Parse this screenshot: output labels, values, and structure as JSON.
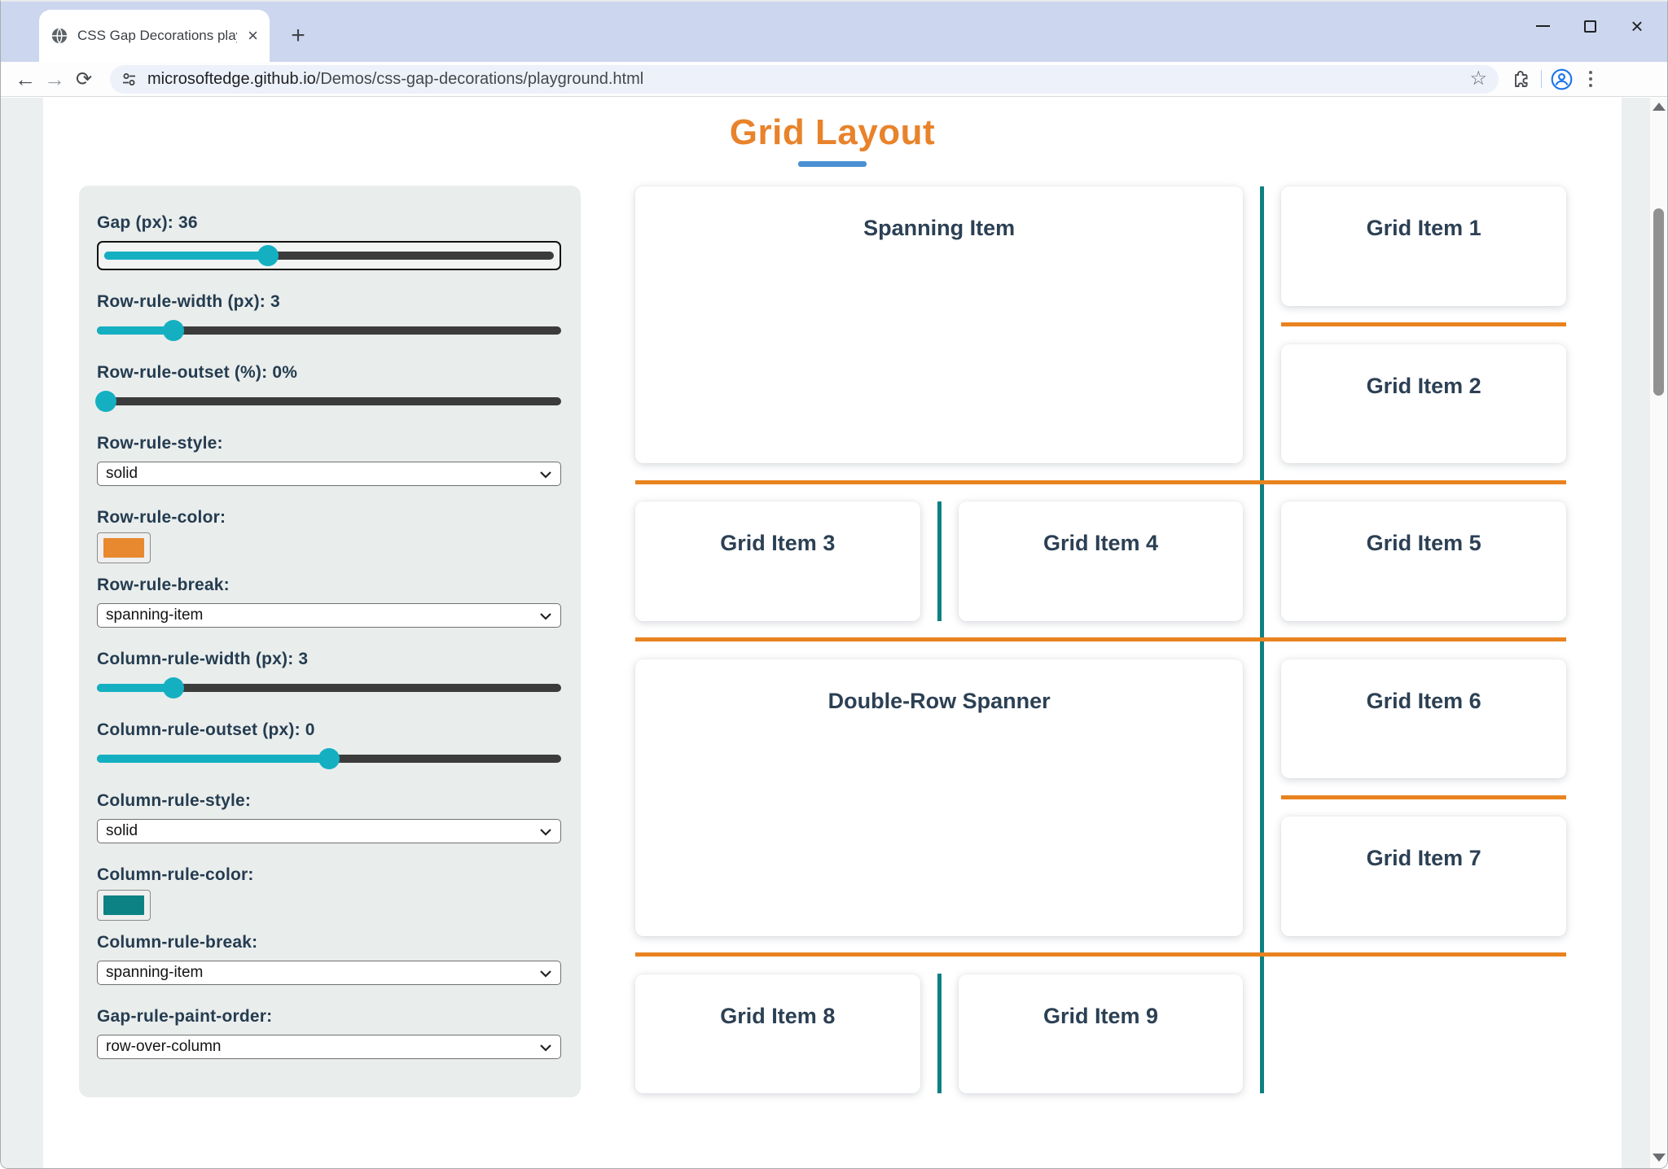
{
  "browser": {
    "tab_title": "CSS Gap Decorations playground",
    "url_domain": "microsoftedge.github.io",
    "url_path": "/Demos/css-gap-decorations/playground.html",
    "icons": {
      "back": "←",
      "forward": "→",
      "reload": "⟳",
      "star": "☆",
      "new_tab": "+",
      "tab_close": "×",
      "window_close": "×"
    }
  },
  "page": {
    "title": "Grid Layout",
    "colors": {
      "accent_orange": "#e8831f",
      "accent_teal": "#0f8081",
      "slider_teal": "#14b0c2",
      "title_orange": "#e8832b",
      "underline_blue": "#4a90d2",
      "row_rule_swatch": "#e8882f",
      "column_rule_swatch": "#0c8284"
    },
    "controls": {
      "gap": {
        "label": "Gap (px): 36",
        "percent": 36.5
      },
      "row_rule_width": {
        "label": "Row-rule-width (px): 3",
        "percent": 16.5
      },
      "row_rule_outset": {
        "label": "Row-rule-outset (%): 0%",
        "percent": 2
      },
      "row_rule_style": {
        "label": "Row-rule-style:",
        "value": "solid"
      },
      "row_rule_color": {
        "label": "Row-rule-color:"
      },
      "row_rule_break": {
        "label": "Row-rule-break:",
        "value": "spanning-item"
      },
      "column_rule_width": {
        "label": "Column-rule-width (px): 3",
        "percent": 16.5
      },
      "column_rule_outset": {
        "label": "Column-rule-outset (px): 0",
        "percent": 50
      },
      "column_rule_style": {
        "label": "Column-rule-style:",
        "value": "solid"
      },
      "column_rule_color": {
        "label": "Column-rule-color:"
      },
      "column_rule_break": {
        "label": "Column-rule-break:",
        "value": "spanning-item"
      },
      "gap_rule_paint_order": {
        "label": "Gap-rule-paint-order:",
        "value": "row-over-column"
      }
    },
    "grid_items": [
      {
        "label": "Spanning Item"
      },
      {
        "label": "Grid Item 1"
      },
      {
        "label": "Grid Item 2"
      },
      {
        "label": "Grid Item 3"
      },
      {
        "label": "Grid Item 4"
      },
      {
        "label": "Grid Item 5"
      },
      {
        "label": "Double-Row Spanner"
      },
      {
        "label": "Grid Item 6"
      },
      {
        "label": "Grid Item 7"
      },
      {
        "label": "Grid Item 8"
      },
      {
        "label": "Grid Item 9"
      }
    ]
  }
}
